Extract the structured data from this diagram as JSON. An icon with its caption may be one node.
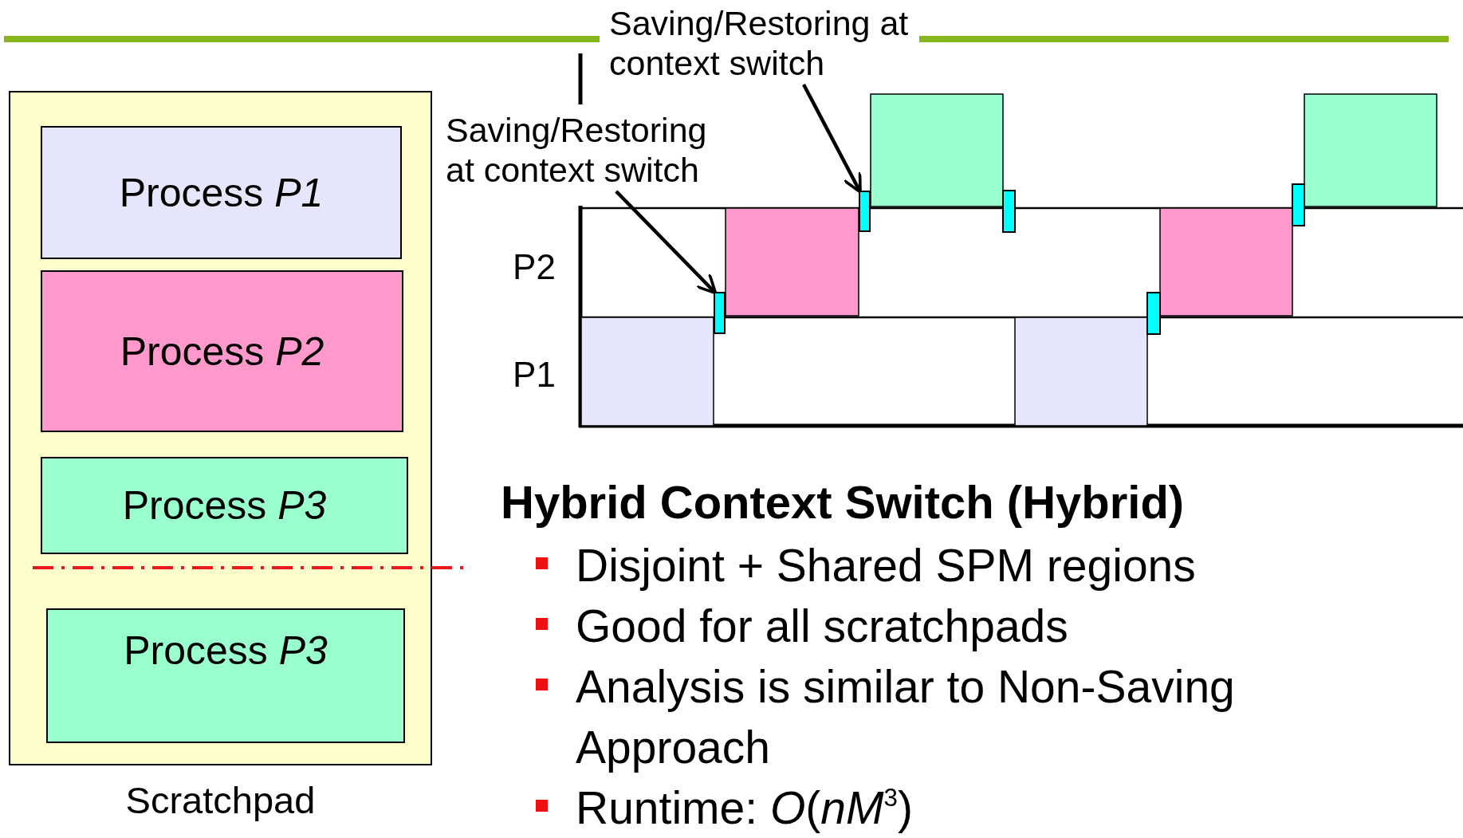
{
  "diagram": {
    "title": "Hybrid Context Switch (Hybrid)",
    "nodes": [
      {
        "text": [],
        "shape": "box",
        "beside": [
          "Scratchpad"
        ]
      },
      {
        "text": [
          "Process *P1*"
        ],
        "in": 0
      },
      {
        "text": [
          "Process *P2*"
        ],
        "in": 0
      },
      {
        "text": [
          "Process *P3*"
        ],
        "in": 0
      },
      {
        "text": [
          "Process *P3*"
        ],
        "in": 0
      },
      {
        "text": [
          "Saving/Restoring at context switch"
        ]
      },
      {
        "text": [
          "Saving/Restoring at context switch"
        ]
      },
      {
        "text": [],
        "shape": "bar"
      },
      {
        "text": [],
        "shape": "bar"
      }
    ],
    "edges": [
      {
        "from": 5,
        "to": 7,
        "arrow": "to"
      },
      {
        "from": 6,
        "to": 8,
        "arrow": "to"
      }
    ],
    "labels": [
      "P2",
      "P1",
      "Disjoint + Shared SPM regions",
      "Good for all scratchpads",
      "Analysis is similar to Non-Saving Approach",
      "Runtime: *O*(*nM*$^{3}$)"
    ]
  }
}
